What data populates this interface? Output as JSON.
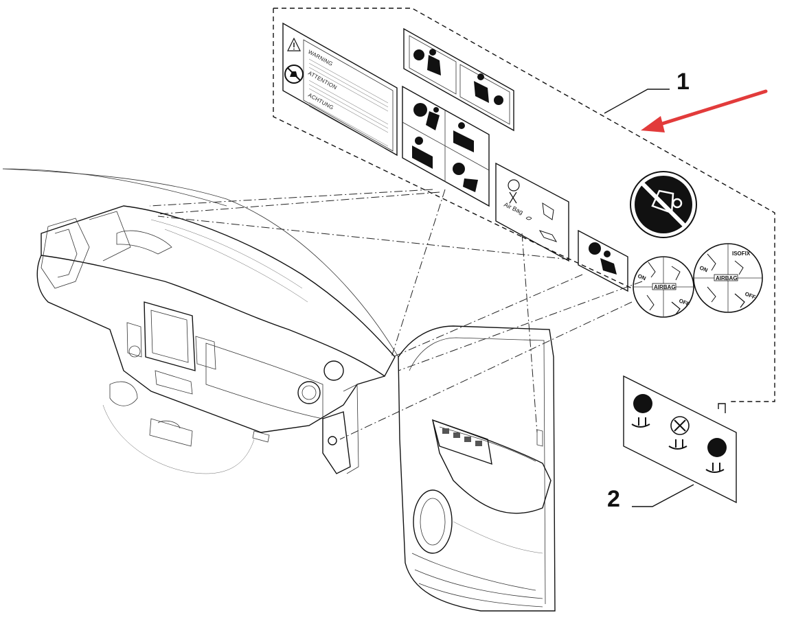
{
  "callouts": [
    {
      "number": "1"
    },
    {
      "number": "2"
    }
  ],
  "warning_label": {
    "lines": [
      "WARNING",
      "ATTENTION",
      "ACHTUNG"
    ]
  },
  "airbag_panel": {
    "text": "Air Bag"
  },
  "airbag_disc_left": {
    "on": "ON",
    "airbag": "AIRBAG",
    "off": "OFF"
  },
  "airbag_disc_right": {
    "isofix": "ISOFIX",
    "on": "ON",
    "airbag": "AIRBAG",
    "off": "OFF"
  },
  "colors": {
    "line": "#111111",
    "arrow": "#e23b3b",
    "background": "#ffffff"
  }
}
